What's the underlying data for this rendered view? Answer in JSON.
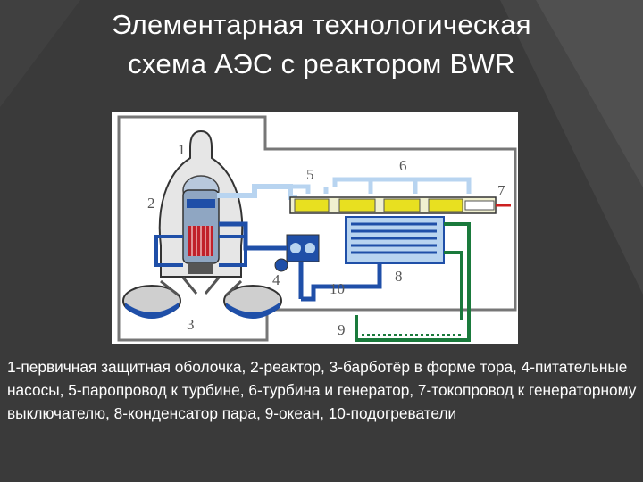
{
  "slide": {
    "title_line1": "Элементарная технологическая",
    "title_line2": "схема АЭС с реактором BWR",
    "caption": "1-первичная защитная оболочка, 2-реактор, 3-барботёр в форме тора, 4-питательные насосы, 5-паропровод к турбине, 6-турбина и генератор, 7-токопровод к генераторному выключателю, 8-конденсатор пара, 9-океан, 10-подогреватели"
  },
  "diagram": {
    "labels": {
      "n1": "1",
      "n2": "2",
      "n3": "3",
      "n4": "4",
      "n5": "5",
      "n6": "6",
      "n7": "7",
      "n8": "8",
      "n9": "9",
      "n10": "10"
    }
  },
  "colors": {
    "background": "#3a3a3a",
    "steam_line": "#b8d4f0",
    "water_line": "#1f4fa8",
    "cooling_water": "#1a7a3c",
    "turbine": "#e8e020",
    "reactor_core": "#c0202a",
    "generator_lead": "#cc2020"
  }
}
